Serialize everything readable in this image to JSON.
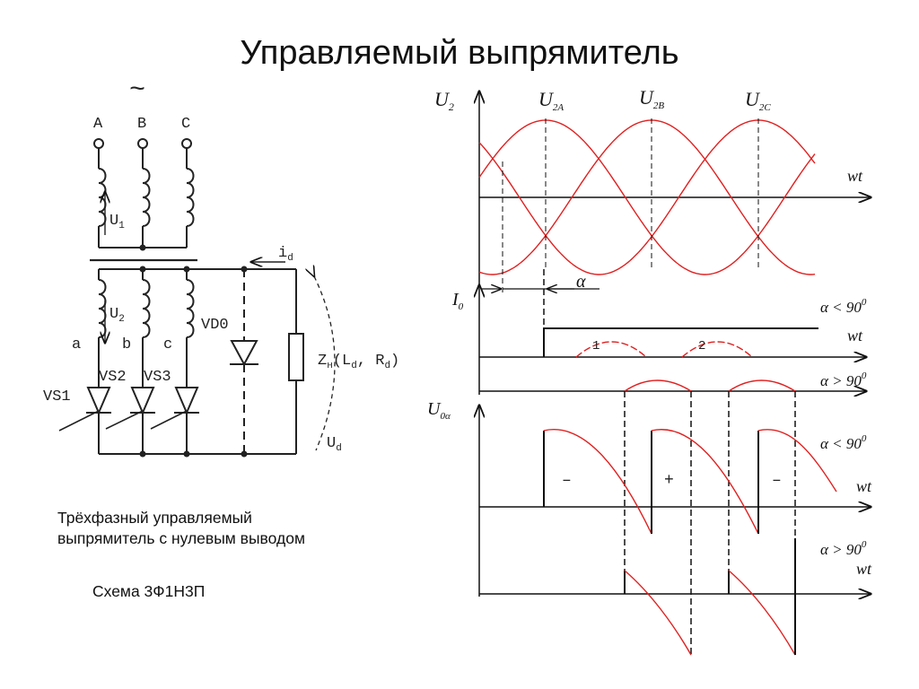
{
  "slide": {
    "title": "Управляемый выпрямитель",
    "caption": "Трёхфазный управляемый выпрямитель с нулевым выводом",
    "scheme": "Схема 3Ф1Н3П"
  },
  "circuit": {
    "ac_symbol": "~",
    "phases": [
      "A",
      "B",
      "C"
    ],
    "secondary": [
      "a",
      "b",
      "c"
    ],
    "thyristors": [
      "VS1",
      "VS2",
      "VS3"
    ],
    "diode": "VD0",
    "u1": "U",
    "u1_sub": "1",
    "u2": "U",
    "u2_sub": "2",
    "id": "i",
    "id_sub": "d",
    "load": "Z",
    "load_sub": "н",
    "load_params": "(L",
    "load_params_sub": "d",
    "load_params_mid": ", R",
    "load_params_sub2": "d",
    "load_params_end": ")",
    "ud": "U",
    "ud_sub": "d"
  },
  "waves": {
    "u2": "U",
    "u2_sub": "2",
    "u2a": "U",
    "u2a_sub": "2A",
    "u2b": "U",
    "u2b_sub": "2B",
    "u2c": "U",
    "u2c_sub": "2C",
    "wt": "wt",
    "alpha": "α",
    "io": "I",
    "io_sub": "0",
    "u0a": "U",
    "u0a_sub": "0α",
    "alpha_lt": "α < 90",
    "alpha_gt": "α > 90",
    "deg": "0",
    "pulse_1": "1",
    "pulse_2": "2",
    "sign_minus": "–",
    "sign_plus": "+",
    "sign_minus2": "–"
  },
  "colors": {
    "wave": "#e02020",
    "line": "#111111",
    "circuit": "#222222"
  }
}
